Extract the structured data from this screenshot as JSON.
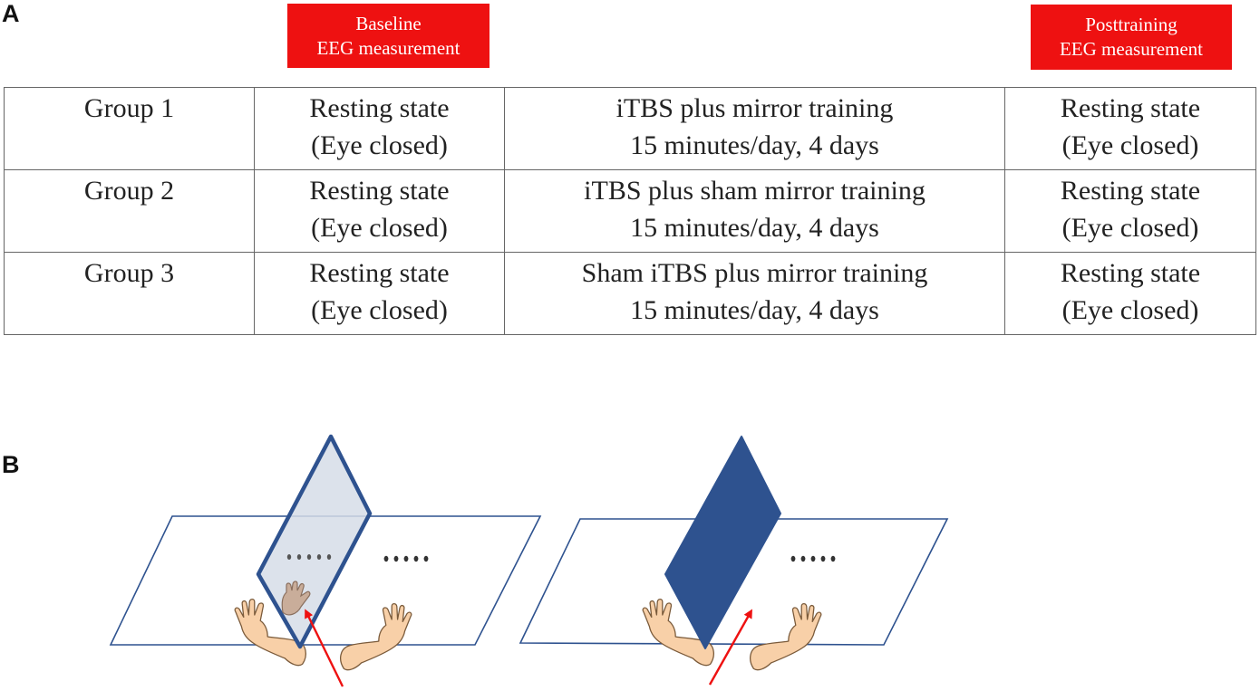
{
  "panels": {
    "a": "A",
    "b": "B"
  },
  "tags": {
    "baseline": [
      "Baseline",
      "EEG measurement"
    ],
    "posttraining": [
      "Posttraining",
      "EEG measurement"
    ]
  },
  "table": {
    "rows": [
      {
        "group": "Group 1",
        "pre": [
          "Resting state",
          "(Eye closed)"
        ],
        "intervention": [
          "iTBS plus mirror training",
          "15 minutes/day, 4 days"
        ],
        "post": [
          "Resting state",
          "(Eye closed)"
        ]
      },
      {
        "group": "Group 2",
        "pre": [
          "Resting state",
          "(Eye closed)"
        ],
        "intervention": [
          "iTBS plus sham mirror training",
          "15 minutes/day, 4 days"
        ],
        "post": [
          "Resting state",
          "(Eye closed)"
        ]
      },
      {
        "group": "Group 3",
        "pre": [
          "Resting state",
          "(Eye closed)"
        ],
        "intervention": [
          "Sham iTBS plus mirror training",
          "15 minutes/day, 4 days"
        ],
        "post": [
          "Resting state",
          "(Eye closed)"
        ]
      }
    ]
  },
  "colors": {
    "tag_red": "#ee1111",
    "mirror_blue": "#2e528f",
    "mirror_fill_translucent": "#d6dde8",
    "skin": "#f8d0a8",
    "arrow_red": "#ee1111"
  },
  "icons": {
    "left_setup": [
      "table-plane-icon",
      "transparent-mirror-icon",
      "hand-icon",
      "arrow-icon"
    ],
    "right_setup": [
      "table-plane-icon",
      "opaque-mirror-icon",
      "hand-icon",
      "arrow-icon"
    ]
  }
}
